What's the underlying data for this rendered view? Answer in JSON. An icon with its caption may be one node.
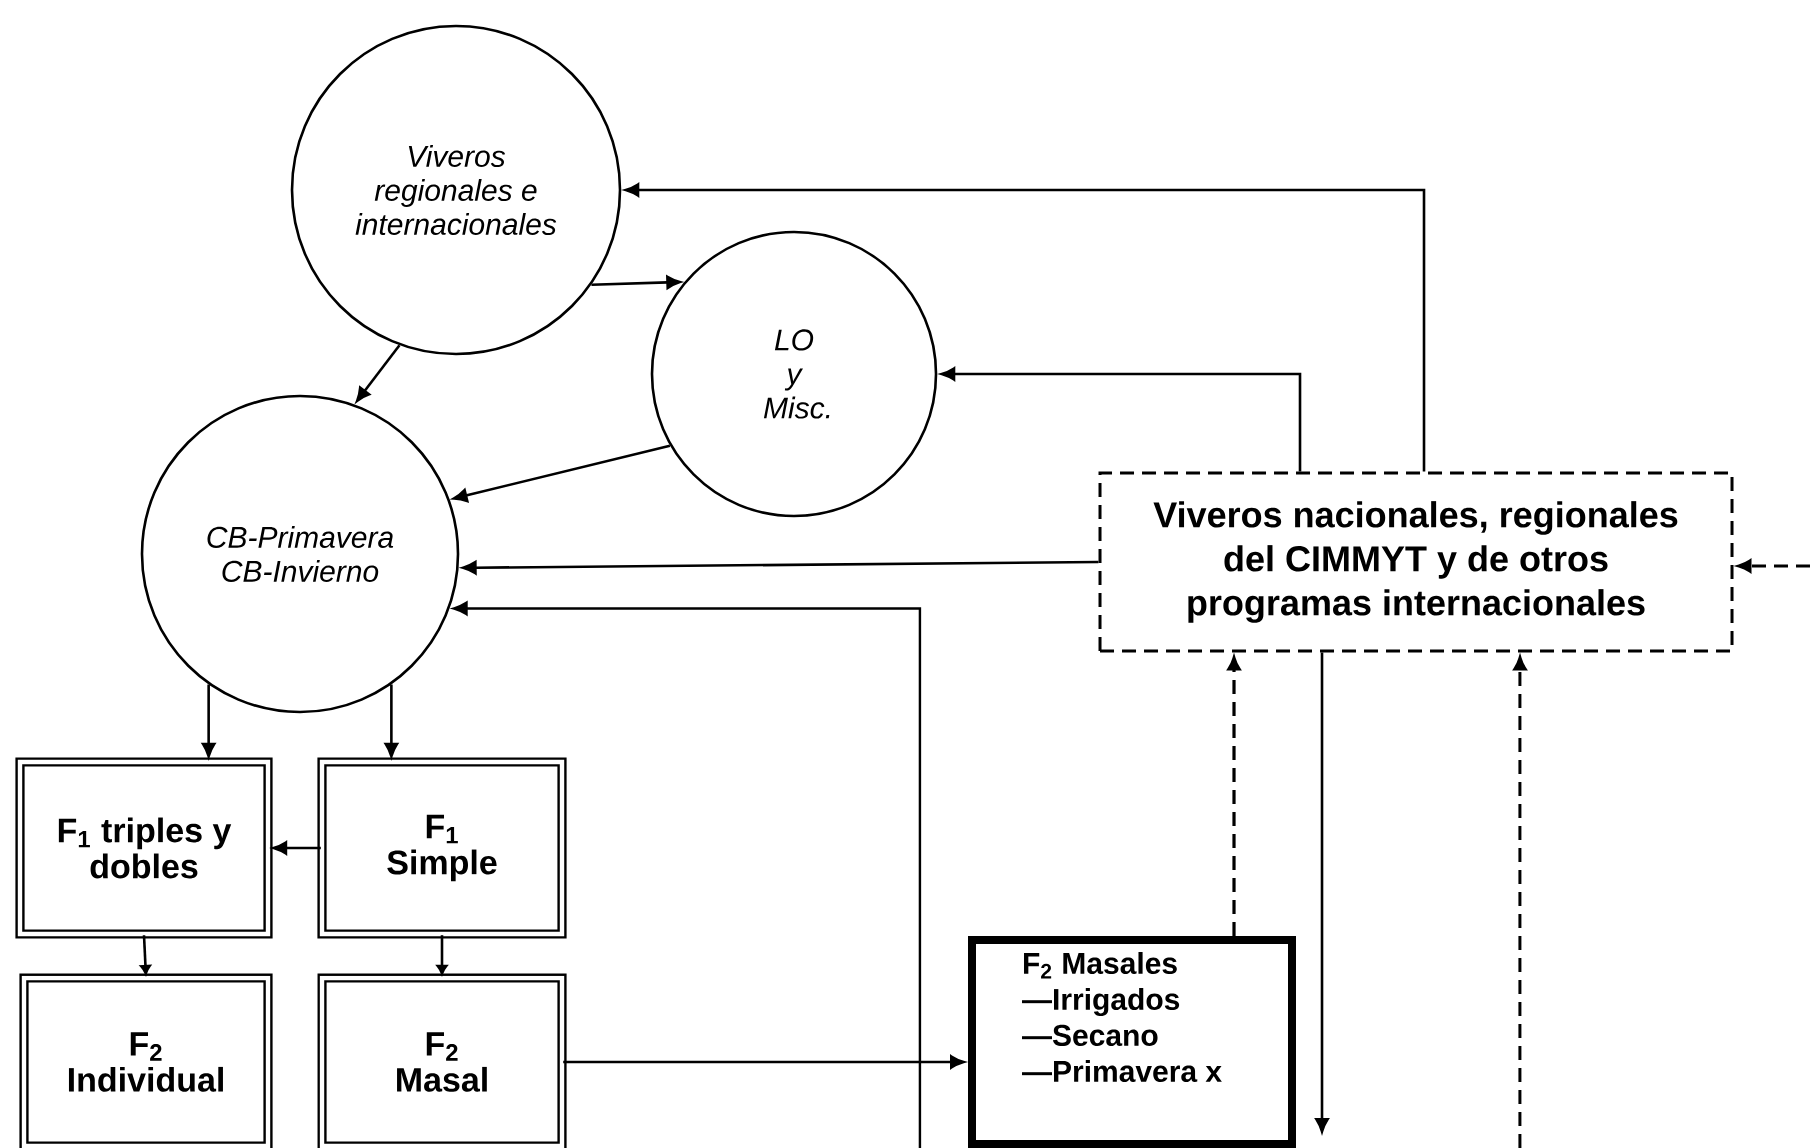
{
  "diagram": {
    "nodes": [
      {
        "text": [
          "Viveros regionales e internacionales"
        ]
      },
      {
        "text": [
          "LO y Misc."
        ]
      },
      {
        "text": [
          "CB-Primavera CB-Invierno"
        ]
      },
      {
        "text": [
          "Viveros nacionales, regionales del CIMMYT y de otros programas internacionales"
        ]
      },
      {
        "text": [
          "F$_{1}$ triples y dobles"
        ]
      },
      {
        "text": [
          "F$_{1}$ Simple"
        ]
      },
      {
        "text": [
          "F$_{2}$ Individual"
        ]
      },
      {
        "text": [
          "F$_{2}$ Masal"
        ]
      },
      {
        "text": [
          "F$_{2}$ Masales —Irrigados —Secano —Primavera x"
        ]
      }
    ],
    "edges": [
      {
        "from": 3,
        "to": 0,
        "arrow": "to"
      },
      {
        "from": 0,
        "to": 1,
        "arrow": "to"
      },
      {
        "from": 0,
        "to": 2,
        "arrow": "to"
      },
      {
        "from": 3,
        "to": 1,
        "arrow": "to"
      },
      {
        "from": 1,
        "to": 2,
        "arrow": "to"
      },
      {
        "from": 3,
        "to": 2,
        "arrow": "to"
      },
      {
        "from": null,
        "to": 2,
        "arrow": "to"
      },
      {
        "from": 2,
        "to": 4,
        "arrow": "to"
      },
      {
        "from": 2,
        "to": 5,
        "arrow": "to"
      },
      {
        "from": 5,
        "to": 4,
        "arrow": "to"
      },
      {
        "from": 4,
        "to": 6,
        "arrow": "to"
      },
      {
        "from": 5,
        "to": 7,
        "arrow": "to"
      },
      {
        "from": 7,
        "to": 8,
        "arrow": "to"
      },
      {
        "from": 8,
        "to": 3,
        "arrow": "to",
        "style": "dashed"
      },
      {
        "from": 3,
        "to": null,
        "arrow": "to"
      },
      {
        "from": null,
        "to": 3,
        "arrow": "to",
        "style": "dashed"
      },
      {
        "from": null,
        "to": 3,
        "arrow": "to",
        "style": "dashed"
      }
    ]
  }
}
